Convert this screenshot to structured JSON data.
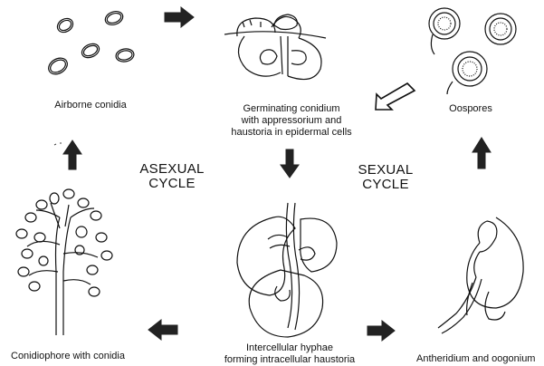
{
  "labels": {
    "airborne_conidia": "Airborne conidia",
    "germinating": [
      "Germinating conidium",
      "with appressorium and",
      "haustoria in epidermal cells"
    ],
    "oospores": "Oospores",
    "asexual_cycle": [
      "ASEXUAL",
      "CYCLE"
    ],
    "sexual_cycle": [
      "SEXUAL",
      "CYCLE"
    ],
    "conidiophore": "Conidiophore with conidia",
    "intercellular": [
      "Intercellular hyphae",
      "forming intracellular haustoria"
    ],
    "antheridium": "Antheridium and oogonium"
  },
  "colors": {
    "ink": "#111111",
    "arrow_fill": "#222222",
    "open_arrow_fill": "#ffffff"
  },
  "icons": [
    "arrow-right-icon",
    "arrow-down-icon",
    "arrow-up-icon",
    "arrow-left-icon",
    "open-arrow-icon"
  ]
}
